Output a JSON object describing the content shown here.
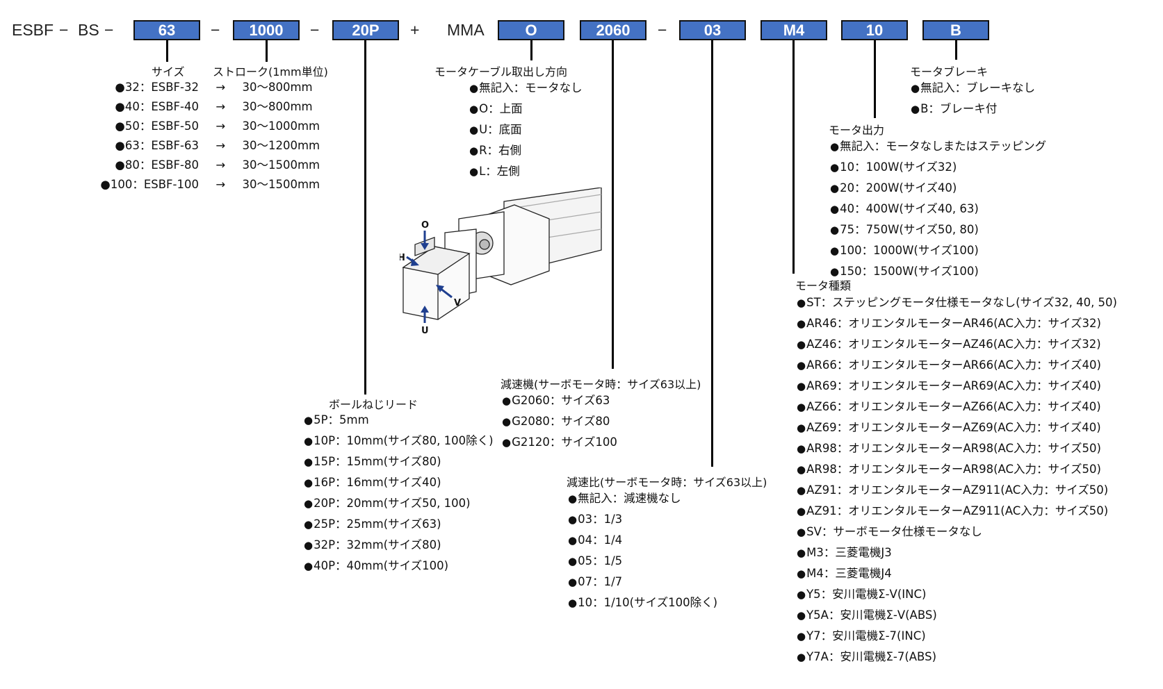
{
  "model_code": {
    "prefix_parts": [
      "ESBF",
      "−",
      "BS",
      "−"
    ],
    "separators": {
      "dash": "−",
      "plus": "+"
    },
    "mma_label": "MMA",
    "segments": [
      {
        "id": "size",
        "value": "63"
      },
      {
        "id": "stroke",
        "value": "1000"
      },
      {
        "id": "lead",
        "value": "20P"
      },
      {
        "id": "cable",
        "value": "O"
      },
      {
        "id": "reducer",
        "value": "2060"
      },
      {
        "id": "ratio",
        "value": "03"
      },
      {
        "id": "motor_type",
        "value": "M4"
      },
      {
        "id": "motor_output",
        "value": "10"
      },
      {
        "id": "brake",
        "value": "B"
      }
    ],
    "box_color": "#4472c4"
  },
  "size": {
    "title": "サイズ",
    "stroke_title": "ストローク(1mm単位)",
    "arrow": "→",
    "rows": [
      {
        "code": "32",
        "model": "ESBF-32",
        "stroke": "30〜800mm"
      },
      {
        "code": "40",
        "model": "ESBF-40",
        "stroke": "30〜800mm"
      },
      {
        "code": "50",
        "model": "ESBF-50",
        "stroke": "30〜1000mm"
      },
      {
        "code": "63",
        "model": "ESBF-63",
        "stroke": "30〜1200mm"
      },
      {
        "code": "80",
        "model": "ESBF-80",
        "stroke": "30〜1500mm"
      },
      {
        "code": "100",
        "model": "ESBF-100",
        "stroke": "30〜1500mm"
      }
    ]
  },
  "cable": {
    "title": "モータケーブル取出し方向",
    "items": [
      "無記入：モータなし",
      "O：上面",
      "U：底面",
      "R：右側",
      "L：左側"
    ]
  },
  "illustration": {
    "labels": [
      "O",
      "H",
      "V",
      "U"
    ],
    "arrow_color": "#1f3f8f"
  },
  "lead": {
    "title": "ボールねじリード",
    "items": [
      "5P：5mm",
      "10P：10mm(サイズ80, 100除く)",
      "15P：15mm(サイズ80)",
      "16P：16mm(サイズ40)",
      "20P：20mm(サイズ50, 100)",
      "25P：25mm(サイズ63)",
      "32P：32mm(サイズ80)",
      "40P：40mm(サイズ100)"
    ]
  },
  "reducer": {
    "title": "減速機(サーボモータ時：サイズ63以上)",
    "items": [
      "G2060：サイズ63",
      "G2080：サイズ80",
      "G2120：サイズ100"
    ]
  },
  "ratio": {
    "title": "減速比(サーボモータ時：サイズ63以上)",
    "items": [
      "無記入：減速機なし",
      "03：1/3",
      "04：1/4",
      "05：1/5",
      "07：1/7",
      "10：1/10(サイズ100除く)"
    ]
  },
  "brake": {
    "title": "モータブレーキ",
    "items": [
      "無記入：ブレーキなし",
      "B：ブレーキ付"
    ]
  },
  "motor_output": {
    "title": "モータ出力",
    "items": [
      "無記入：モータなしまたはステッピング",
      "10：100W(サイズ32)",
      "20：200W(サイズ40)",
      "40：400W(サイズ40, 63)",
      "75：750W(サイズ50, 80)",
      "100：1000W(サイズ100)",
      "150：1500W(サイズ100)"
    ]
  },
  "motor_type": {
    "title": "モータ種類",
    "items": [
      "ST：ステッピングモータ仕様モータなし(サイズ32, 40, 50)",
      "AR46：オリエンタルモーターAR46(AC入力：サイズ32)",
      "AZ46：オリエンタルモーターAZ46(AC入力：サイズ32)",
      "AR66：オリエンタルモーターAR66(AC入力：サイズ40)",
      "AR69：オリエンタルモーターAR69(AC入力：サイズ40)",
      "AZ66：オリエンタルモーターAZ66(AC入力：サイズ40)",
      "AZ69：オリエンタルモーターAZ69(AC入力：サイズ40)",
      "AR98：オリエンタルモーターAR98(AC入力：サイズ50)",
      "AR98：オリエンタルモーターAR98(AC入力：サイズ50)",
      "AZ91：オリエンタルモーターAZ911(AC入力：サイズ50)",
      "AZ91：オリエンタルモーターAZ911(AC入力：サイズ50)",
      "SV：サーボモータ仕様モータなし",
      "M3：三菱電機J3",
      "M4：三菱電機J4",
      "Y5：安川電機Σ-V(INC)",
      "Y5A：安川電機Σ-V(ABS)",
      "Y7：安川電機Σ-7(INC)",
      "Y7A：安川電機Σ-7(ABS)"
    ]
  }
}
